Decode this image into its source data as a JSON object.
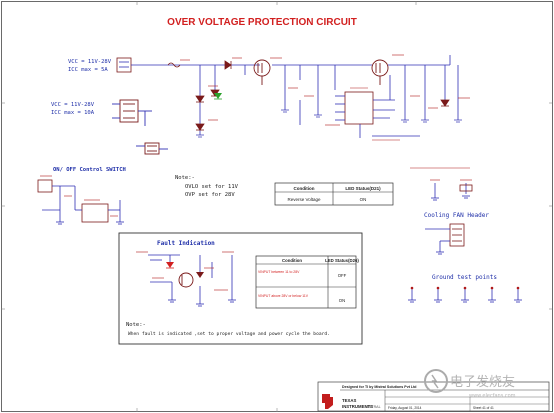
{
  "title": "OVER VOLTAGE PROTECTION CIRCUIT",
  "input_a": {
    "line1": "VCC = 11V-28V",
    "line2": "ICC max = 5A"
  },
  "input_b": {
    "line1": "VCC = 11V-28V",
    "line2": "ICC max = 10A"
  },
  "onoff_title": "ON/ OFF Control SWITCH",
  "note_top": {
    "heading": "Note:-",
    "line1": "OVLO set for 11V",
    "line2": "OVP set for 28V"
  },
  "table_top": {
    "headers": [
      "Condition",
      "LED Status(D21)"
    ],
    "rows": [
      [
        "Reverse Voltage",
        "ON"
      ]
    ]
  },
  "fault_title": "Fault Indication",
  "table_fault": {
    "headers": [
      "Condition",
      "LED Status(D26)"
    ],
    "rows": [
      [
        "VINPUT between 11 to 28V",
        "OFF"
      ],
      [
        "VINPUT above 28V or below 11V",
        "ON"
      ]
    ]
  },
  "note_bottom": {
    "heading": "Note:-",
    "line1": "When fault is indicated ,set to proper voltage and power cycle the board."
  },
  "fan_title": "Cooling FAN Header",
  "ground_title": "Ground test points",
  "title_block": {
    "designed": "Designed for TI by Mistral Solutions Pvt Ltd",
    "company_line1": "TEXAS",
    "company_line2": "INSTRUMENTS",
    "designer_logo": "MISTRAL",
    "date": "Friday, August 01, 2014",
    "sheet": "Sheet 41 of 41"
  },
  "watermark": "电子发烧友",
  "watermark_url": "www.elecfans.com",
  "colors": {
    "wire": "#2f2fb4",
    "text_red": "#d22020",
    "text_blue": "#1f2fa8",
    "component": "#7a1a1a",
    "net_label": "#b01818",
    "border": "#6a6a6a"
  }
}
